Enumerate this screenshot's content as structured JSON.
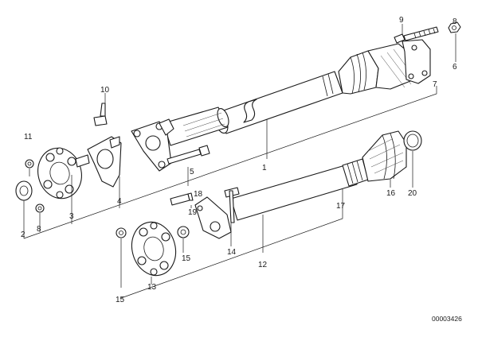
{
  "diagram": {
    "callouts": {
      "c1": "1",
      "c2": "2",
      "c3": "3",
      "c4": "4",
      "c5": "5",
      "c6": "6",
      "c7": "7",
      "c8a": "8",
      "c8b": "8",
      "c9": "9",
      "c10": "10",
      "c11": "11",
      "c12": "12",
      "c13": "13",
      "c14": "14",
      "c15": "15",
      "c16": "16",
      "c17": "17",
      "c18": "18",
      "c19": "19",
      "c20": "20"
    },
    "reference_code": "00003426"
  }
}
